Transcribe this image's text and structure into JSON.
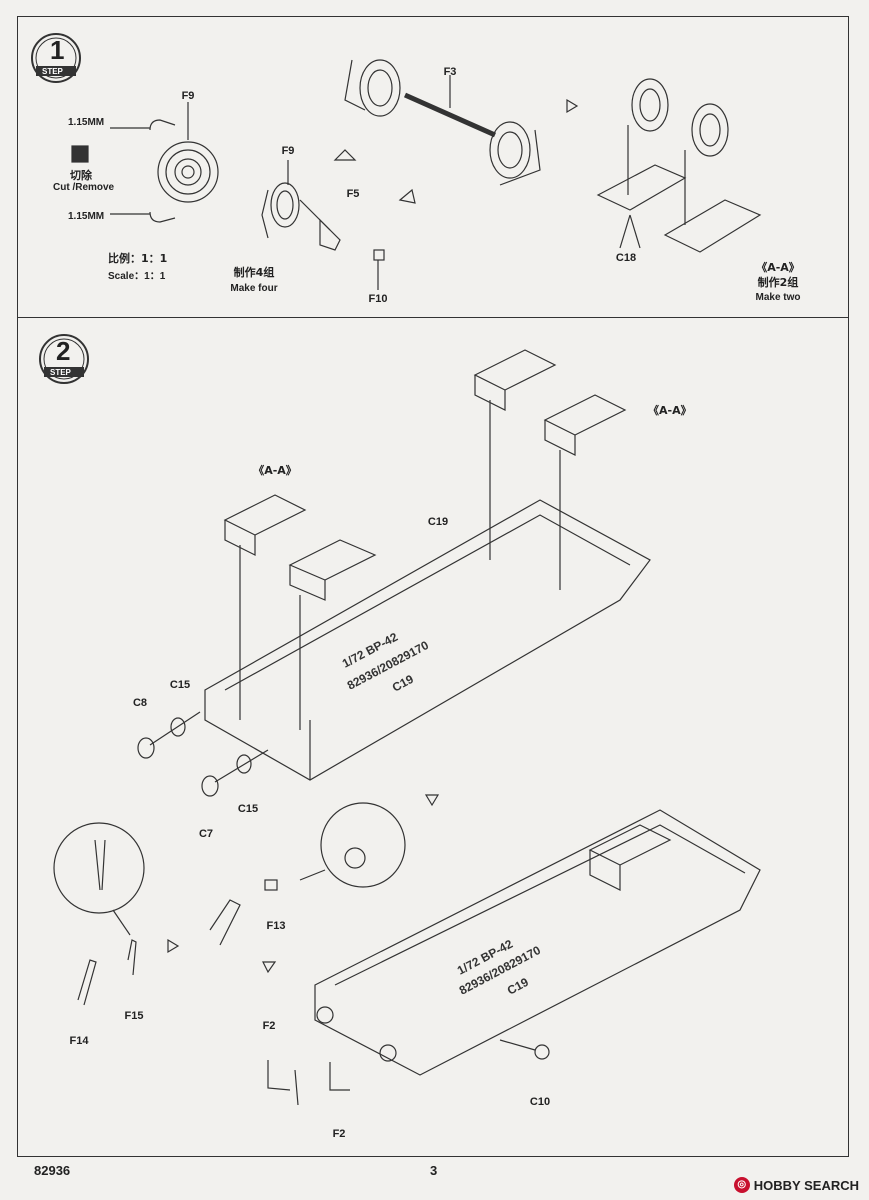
{
  "step1": {
    "step_word": "STEP",
    "step_number": "1",
    "dim_top": "1.15MM",
    "dim_bottom": "1.15MM",
    "cut_cn": "切除",
    "cut_en": "Cut /Remove",
    "scale_cn": "比例：1：1",
    "scale_en": "Scale：1：1",
    "parts": {
      "f9_a": "F9",
      "f9_b": "F9",
      "f3": "F3",
      "f5": "F5",
      "f10": "F10",
      "c18": "C18"
    },
    "make4_cn": "制作4组",
    "make4_en": "Make four",
    "aa_label": "《A-A》",
    "make2_cn": "制作2组",
    "make2_en": "Make two"
  },
  "step2": {
    "step_word": "STEP",
    "step_number": "2",
    "aa_right": "《A-A》",
    "aa_left": "《A-A》",
    "parts": {
      "c19": "C19",
      "c8": "C8",
      "c15_a": "C15",
      "c15_b": "C15",
      "c7": "C7",
      "f13": "F13",
      "f14": "F14",
      "f15": "F15",
      "f2_a": "F2",
      "f2_b": "F2",
      "c10": "C10"
    },
    "hull_text_top": [
      "1/72 BP-42",
      "82936/20829170",
      "C19"
    ],
    "hull_text_bottom": [
      "1/72 BP-42",
      "82936/20829170",
      "C19"
    ]
  },
  "footer": {
    "kit_number": "82936",
    "page_number": "3",
    "watermark": "HOBBY SEARCH"
  },
  "colors": {
    "line": "#333333",
    "paper": "#f2f1ee",
    "watermark_red": "#c8102e"
  }
}
